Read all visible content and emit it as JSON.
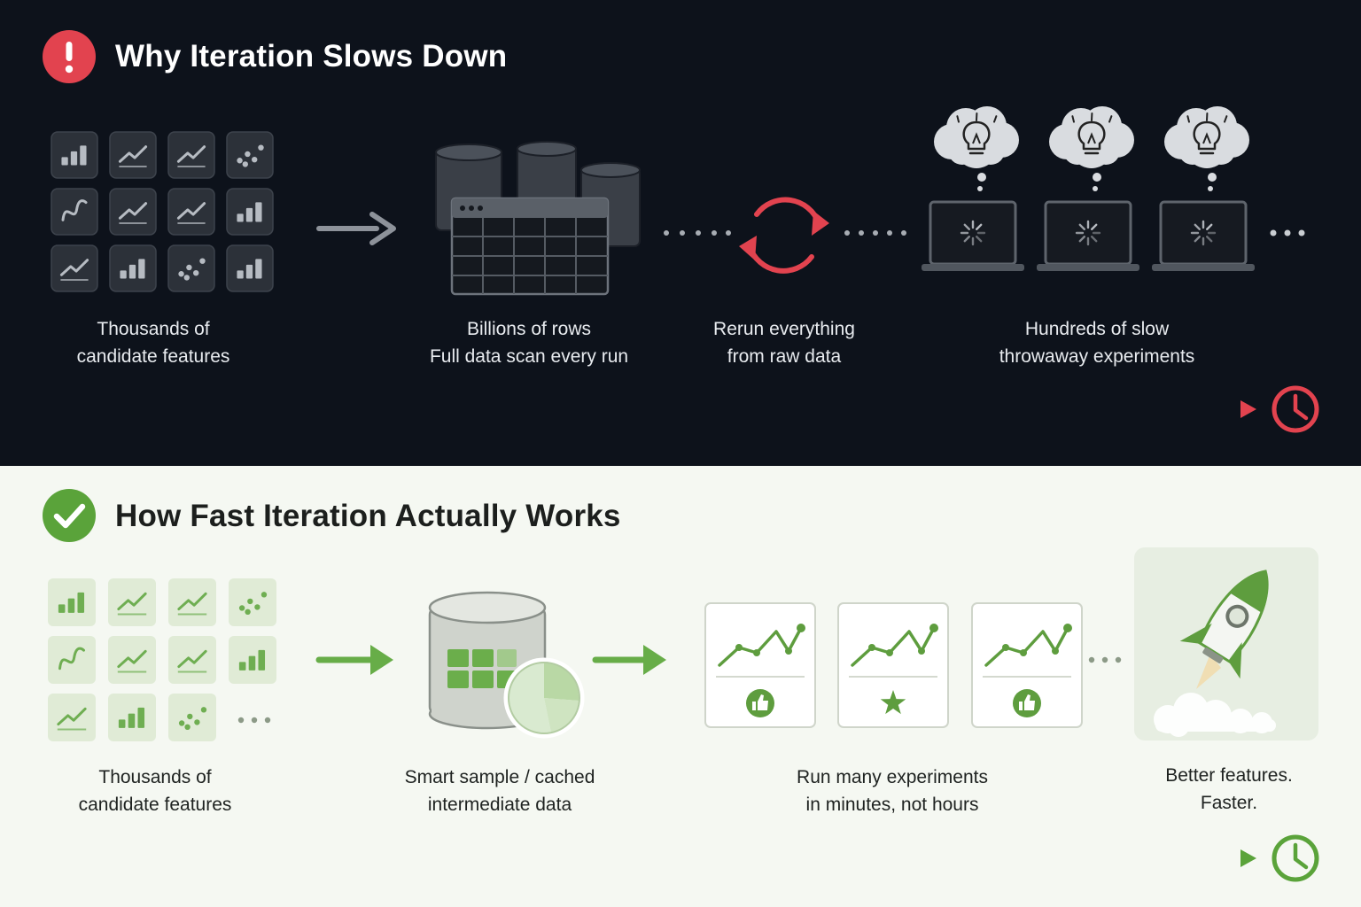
{
  "slow": {
    "title": "Why Iteration Slows Down",
    "badge_icon": "exclamation-icon",
    "accent": "#e2434f",
    "steps": [
      {
        "line1": "Thousands of",
        "line2": "candidate features",
        "icon": "feature-grid-icon"
      },
      {
        "line1": "Billions of rows",
        "line2": "Full data scan every run",
        "icon": "database-table-icon"
      },
      {
        "line1": "Rerun everything",
        "line2": "from raw data",
        "icon": "refresh-cycle-icon"
      },
      {
        "line1": "Hundreds of slow",
        "line2": "throwaway experiments",
        "icon": "laptop-loading-icon"
      }
    ]
  },
  "fast": {
    "title": "How Fast Iteration Actually Works",
    "badge_icon": "checkmark-icon",
    "accent": "#5aa33a",
    "steps": [
      {
        "line1": "Thousands of",
        "line2": "candidate features",
        "icon": "feature-grid-icon"
      },
      {
        "line1": "Smart sample / cached",
        "line2": "intermediate data",
        "icon": "cached-database-icon"
      },
      {
        "line1": "Run many experiments",
        "line2": "in minutes, not hours",
        "icon": "experiment-cards-icon"
      },
      {
        "line1": "Better features.",
        "line2": "Faster.",
        "icon": "rocket-icon"
      }
    ]
  }
}
